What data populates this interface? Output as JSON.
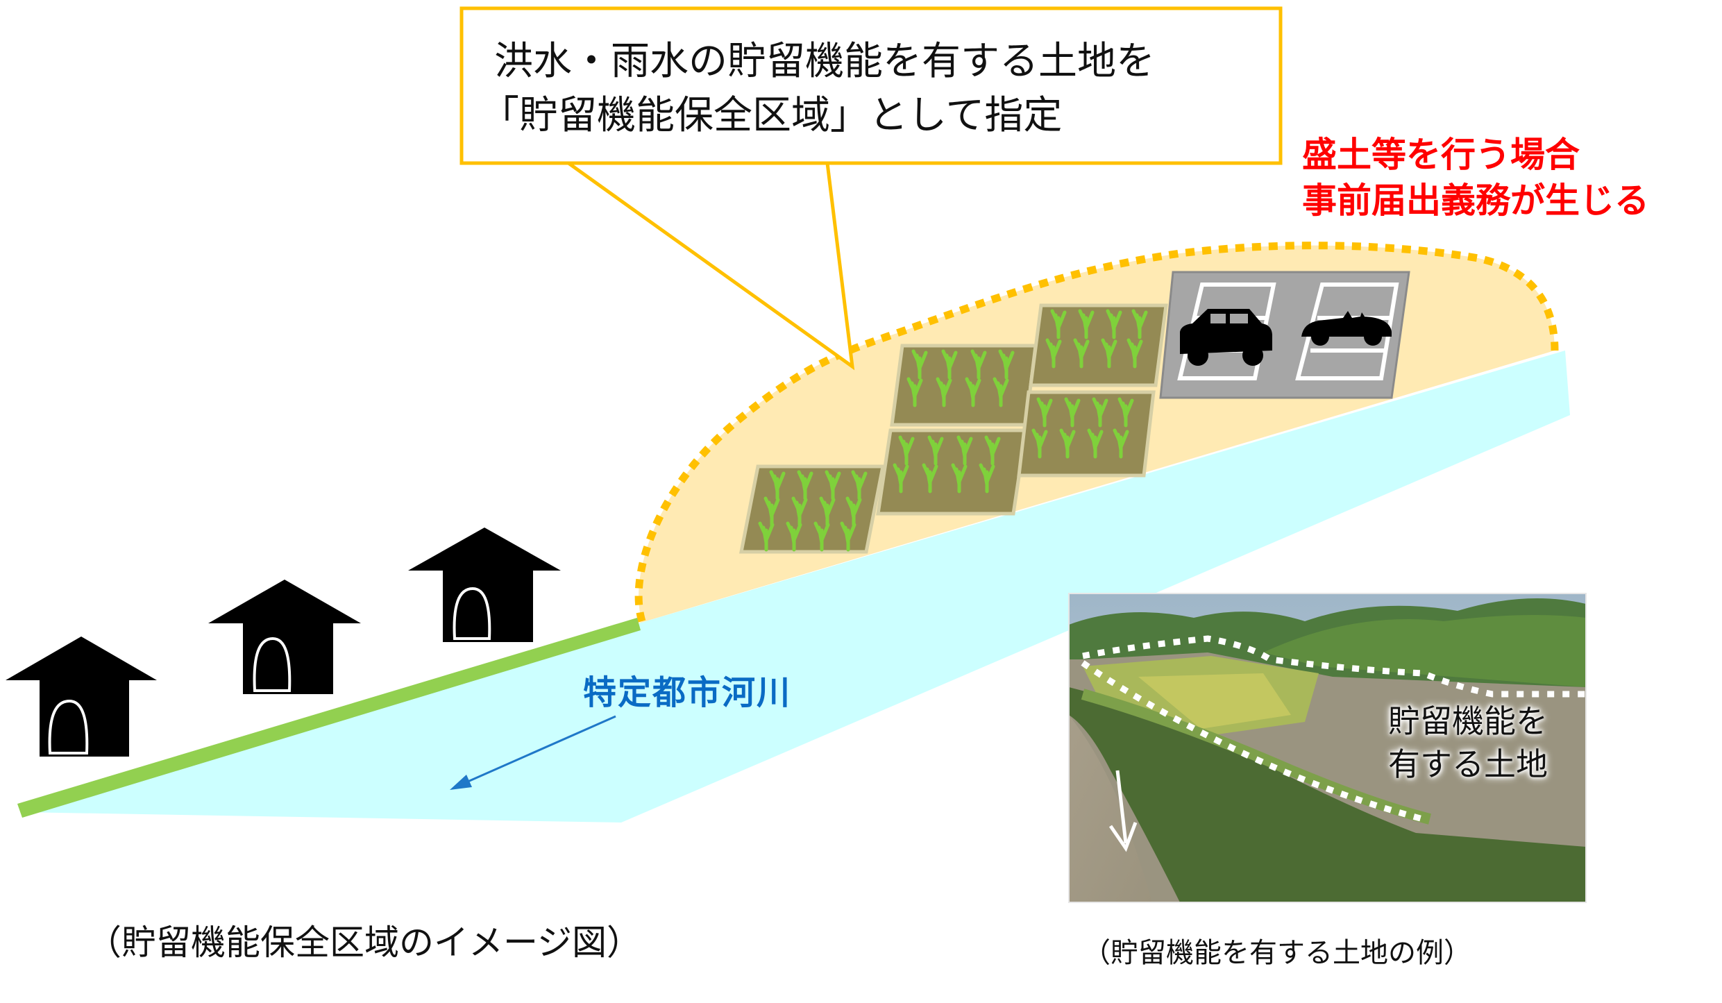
{
  "callout": {
    "line1": "洪水・雨水の貯留機能を有する土地を",
    "line2": "「貯留機能保全区域」として指定",
    "border_color": "#ffc000"
  },
  "notice": {
    "line1": "盛土等を行う場合",
    "line2": "事前届出義務が生じる",
    "color": "#ff0000"
  },
  "river": {
    "label": "特定都市河川",
    "label_color": "#0a6bc4",
    "fill_color": "#ccffff",
    "levee_color": "#92d050"
  },
  "zone": {
    "fill_color": "#ffeab3",
    "dotted_outline_color": "#ffc000",
    "features": [
      "rice-paddies",
      "parking-lot"
    ]
  },
  "houses": {
    "count": 3,
    "color": "#000000"
  },
  "photo": {
    "overlay_label_line1": "貯留機能を",
    "overlay_label_line2": "有する土地",
    "caption": "（貯留機能を有する土地の例）"
  },
  "captions": {
    "diagram": "（貯留機能保全区域のイメージ図）"
  }
}
